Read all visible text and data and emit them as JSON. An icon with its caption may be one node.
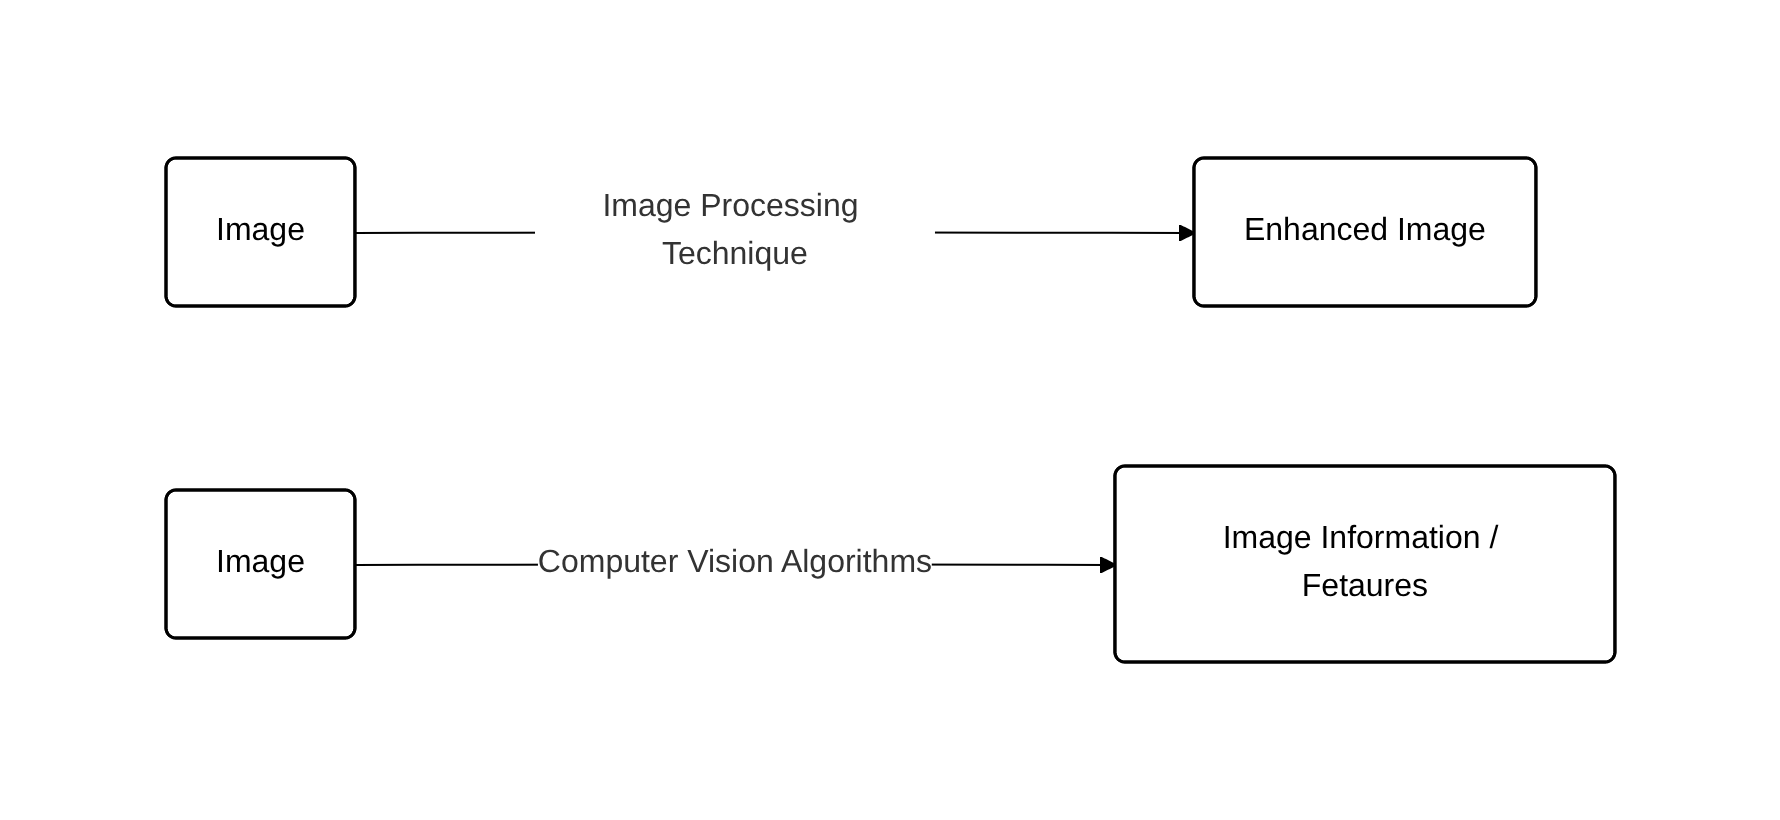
{
  "diagram": {
    "nodes": [
      {
        "text": [
          "Image"
        ]
      },
      {
        "text": [
          "Enhanced Image"
        ]
      },
      {
        "text": [
          "Image"
        ]
      },
      {
        "text": [
          "Image Information / Fetaures"
        ]
      }
    ],
    "edges": [
      {
        "from": 0,
        "to": 1,
        "arrow": "to",
        "label": "Image Processing Technique"
      },
      {
        "from": 2,
        "to": 3,
        "arrow": "to",
        "label": "Computer Vision Algorithms"
      }
    ]
  }
}
